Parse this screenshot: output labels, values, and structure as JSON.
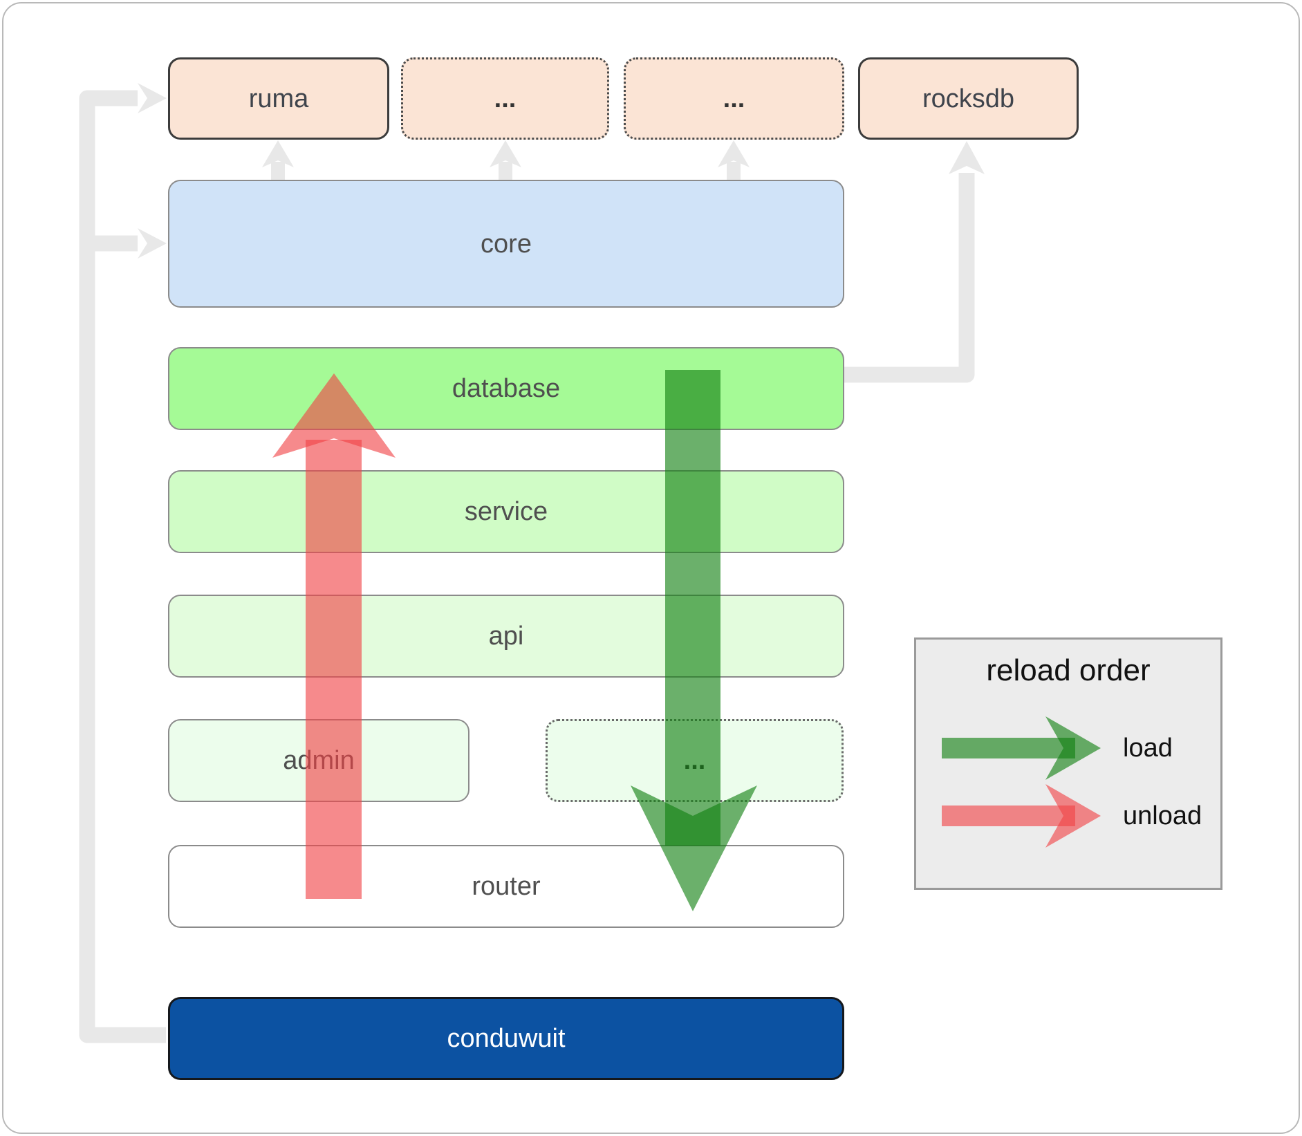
{
  "diagram": {
    "nodes": {
      "ruma": "ruma",
      "ellipsis_top_1": "...",
      "ellipsis_top_2": "...",
      "rocksdb": "rocksdb",
      "core": "core",
      "database": "database",
      "service": "service",
      "api": "api",
      "admin": "admin",
      "ellipsis_admin": "...",
      "router": "router",
      "conduwuit": "conduwuit"
    },
    "legend": {
      "title": "reload order",
      "items": [
        {
          "label": "load",
          "color": "#108010"
        },
        {
          "label": "unload",
          "color": "#f04246"
        }
      ]
    },
    "colors": {
      "connector_gray": "#e8e8e8",
      "flow_green": "#108010",
      "flow_red": "#f04246",
      "peach": "#fbe4d5",
      "core_blue": "#d0e3f8",
      "database_green": "#a5fa96",
      "service_green": "#d0fcc6",
      "api_green": "#e3fcdd",
      "faint_green": "#ecfdec",
      "router_white": "#ffffff",
      "conduwuit_blue": "#0c52a2",
      "legend_bg": "#ececec"
    }
  }
}
